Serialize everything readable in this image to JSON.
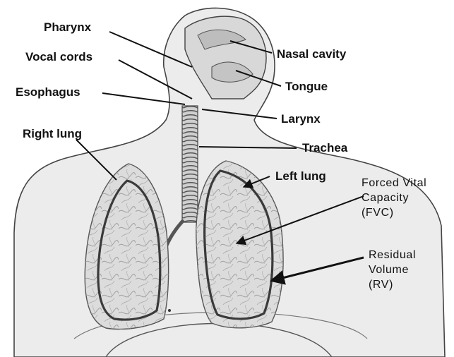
{
  "labels": {
    "pharynx": "Pharynx",
    "vocal_cords": "Vocal cords",
    "esophagus": "Esophagus",
    "right_lung": "Right lung",
    "nasal_cavity": "Nasal cavity",
    "tongue": "Tongue",
    "larynx": "Larynx",
    "trachea": "Trachea",
    "left_lung": "Left lung",
    "fvc": [
      "Forced Vital",
      "Capacity",
      "(FVC)"
    ],
    "rv": [
      "Residual",
      "Volume",
      "(RV)"
    ]
  },
  "colors": {
    "skin": "#e9e9e9",
    "outline": "#3a3a3a",
    "lung_fill": "#d9d9d9",
    "lung_border": "#444444",
    "vessels": "#8f8f8f",
    "text": "#111111"
  },
  "icons": [
    "torso-figure",
    "lungs",
    "trachea-rings",
    "head-cross-section",
    "leader-arrows"
  ]
}
